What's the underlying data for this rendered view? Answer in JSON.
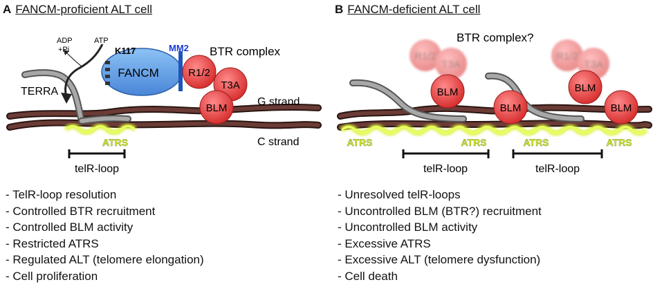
{
  "panel_a": {
    "letter": "A",
    "title": "FANCM-proficient ALT cell",
    "labels": {
      "adp": "ADP",
      "pi": "+Pi",
      "atp": "ATP",
      "k117": "K117",
      "mm2": "MM2",
      "fancm": "FANCM",
      "btr_complex": "BTR complex",
      "r12": "R1/2",
      "t3a": "T3A",
      "blm": "BLM",
      "terra": "TERRA",
      "g_strand": "G strand",
      "c_strand": "C strand",
      "atrs": "ATRS",
      "telr_loop": "telR-loop"
    },
    "bullets": [
      "- TelR-loop resolution",
      "- Controlled BTR recruitment",
      "- Controlled BLM activity",
      "- Restricted ATRS",
      "- Regulated ALT (telomere elongation)",
      "- Cell proliferation"
    ]
  },
  "panel_b": {
    "letter": "B",
    "title": "FANCM-deficient ALT cell",
    "labels": {
      "btr_complex": "BTR complex?",
      "r12": "R1/2",
      "t3a": "T3A",
      "blm": "BLM",
      "atrs": "ATRS",
      "telr_loop": "telR-loop"
    },
    "bullets": [
      "- Unresolved telR-loops",
      "- Uncontrolled BLM (BTR?) recruitment",
      "- Uncontrolled BLM activity",
      "- Excessive ATRS",
      "- Excessive ALT (telomere dysfunction)",
      "- Cell death"
    ]
  },
  "colors": {
    "dna_fill": "#6b3b35",
    "dna_edge": "#2a1512",
    "terra": "#9a9a9a",
    "fancm": "#5b9ee6",
    "protein_red": "#e84a4a",
    "atrs": "#d8f030",
    "mm2_text": "#1a3ad8"
  }
}
